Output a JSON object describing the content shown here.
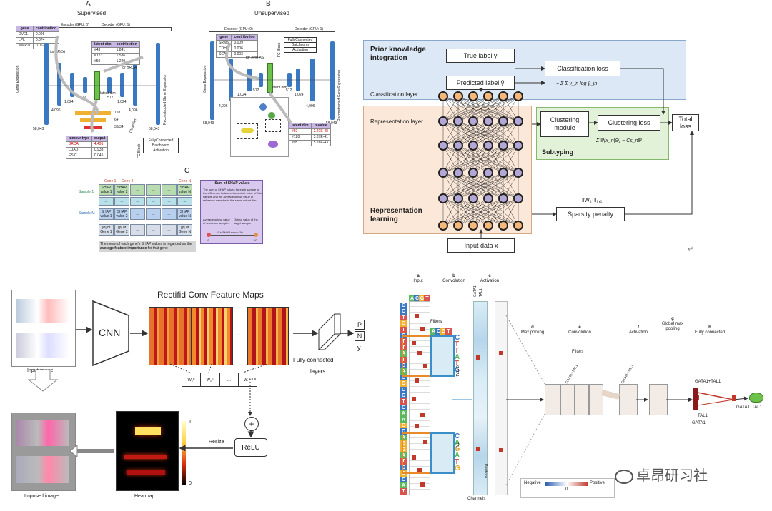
{
  "panel_a": {
    "letter": "A",
    "title": "Supervised",
    "encoder_label": "Encoder (GPU: 0)",
    "decoder_label": "Decoder (GPU: 1)",
    "gene_expression": "Gene Expression",
    "reconstructed": "Reconstructed Gene Expression",
    "dims": [
      "58,043",
      "4,096",
      "1,024",
      "512",
      "latent dim",
      "512",
      "1,024",
      "4,096",
      "58,043"
    ],
    "classifier_dims": [
      "128",
      "64",
      "33/34"
    ],
    "classifier_label": "Classifier",
    "fc_block": [
      "FullyConnected",
      "Batchnorm",
      "Activation"
    ],
    "fc_block_label": "FC Block",
    "gene_table": {
      "headers": [
        "gene",
        "contribution"
      ],
      "rows": [
        [
          "DVE1",
          "0.096"
        ],
        [
          "LPL",
          "0.074"
        ],
        [
          "MMP11",
          "0.062"
        ]
      ],
      "caption": "for BRCA"
    },
    "latent_table": {
      "headers": [
        "latent dim",
        "contribution"
      ],
      "rows": [
        [
          "#43",
          "1.841"
        ],
        [
          "#123",
          "1.586"
        ],
        [
          "#50",
          "1.220"
        ]
      ],
      "caption": "for BRCA"
    },
    "tumour_table": {
      "headers": [
        "tumour type",
        "output"
      ],
      "rows": [
        [
          "BRCA",
          "4.491"
        ],
        [
          "LUAD",
          "0.933"
        ],
        [
          "ESIC",
          "0.045"
        ]
      ]
    }
  },
  "panel_b": {
    "letter": "B",
    "title": "Unsupervised",
    "encoder_label": "Encoder (GPU: 0)",
    "decoder_label": "Decoder (GPU: 1)",
    "gene_expression": "Gene Expression",
    "reconstructed": "Reconstructed Gene Expression",
    "dims": [
      "58,043",
      "4,096",
      "1,024",
      "512",
      "latent dim",
      "512",
      "1,024",
      "4,096",
      "58,043"
    ],
    "fc_block": [
      "FullyConnected",
      "Batchnorm",
      "Activation"
    ],
    "fc_block_label": "FC Block",
    "gene_table": {
      "headers": [
        "gene",
        "contribution"
      ],
      "rows": [
        [
          "SRMS",
          "0.009"
        ],
        [
          "CDH3",
          "0.006"
        ],
        [
          "SCA",
          "0.003"
        ]
      ],
      "caption": "for ###PAS"
    },
    "latent_table": {
      "headers": [
        "latent dim",
        "p-value"
      ],
      "rows": [
        [
          "#92",
          "2.21E-48"
        ],
        [
          "#128",
          "3.87E-41"
        ],
        [
          "#95",
          "5.26E-43"
        ]
      ]
    }
  },
  "panel_c": {
    "letter": "C",
    "genes": [
      "Gene 1",
      "Gene 2",
      "Gene N"
    ],
    "samples": [
      "Sample 1",
      "Sample M"
    ],
    "cells_top": [
      "SHAP value 1",
      "SHAP value 2",
      "...",
      "...",
      "...",
      "SHAP value N"
    ],
    "ellipsis": "...",
    "cells_bottom": [
      "SHAP value 1",
      "SHAP value 2",
      "...",
      "...",
      "...",
      "SHAP value N"
    ],
    "abs_cells": [
      "|φ| of Gene 1",
      "|φ| of Gene 2",
      "...",
      "...",
      "...",
      "|φ| of Gene N"
    ],
    "mean_text": "The mean of each gene's SHAP values is regarded as the ",
    "mean_bold": "average feature importance",
    "mean_tail": " for that gene",
    "sum_title": "Sum of SHAP values",
    "sum_text": "The sum of SHAP values for each sample is the difference between the output value of this sample and the average output value of reference samples in the same output dim.",
    "avg_output": "Average output value of reference samples",
    "out_value": "Output value of the target sample",
    "eq": "-9 + SHAP sum = 10",
    "eq_left": "-9",
    "eq_right": "10"
  },
  "panel_d": {
    "prior_title": "Prior knowledge integration",
    "classification_layer": "Classification layer",
    "true_label": "True label y",
    "predicted_label": "Predicted label ȳ",
    "classification_loss": "Classification loss",
    "class_formula": "− Σ Σ y_jn log ȳ_jn",
    "representation_layer": "Representation layer",
    "representation_learning": "Representation learning",
    "clustering_module": "Clustering module",
    "clustering_loss": "Clustering loss",
    "cluster_formula": "Σ ‖f(x_n|Θ) − Cs_n‖²",
    "subtyping": "Subtyping",
    "total_loss": "Total loss",
    "sparsity_penalty": "Sparsity penalty",
    "norm_label": "‖W₁ᵀ‖₂,₁",
    "input_data": "Input data x",
    "return_glyph": "↵"
  },
  "panel_e": {
    "conv_title": "Rectifid Conv Feature Maps",
    "input_image": "Input image",
    "cnn": "CNN",
    "weights": [
      "w₁ᶜ",
      "w₂ᶜ",
      "...",
      "wₙᶜ"
    ],
    "fully_connected": "Fully-connected",
    "layers": "layers",
    "outputs": [
      "P",
      "N"
    ],
    "y": "y",
    "relu": "ReLU",
    "plus": "+",
    "resize": "Resize",
    "heatmap": "Heatmap",
    "imposed": "Imposed image",
    "scale": [
      "1",
      "0"
    ],
    "dots": "....."
  },
  "panel_f": {
    "letters": [
      "a",
      "b",
      "c",
      "d",
      "e",
      "f",
      "g",
      "h"
    ],
    "titles": [
      "Input",
      "Convolution",
      "Activation",
      "Max pooling",
      "Convolution",
      "Activation",
      "Global max pooling",
      "Fully connected"
    ],
    "filters": "Filters",
    "filters2": "Filters",
    "acgt": [
      "A",
      "C",
      "G",
      "T"
    ],
    "seq": [
      "C",
      "C",
      "T",
      "G",
      "T",
      "C",
      "T",
      "T",
      "A",
      "T",
      "C",
      "A",
      "C",
      "G",
      "C",
      "C",
      "T",
      "C",
      "A",
      "A",
      "G",
      "C",
      "A",
      "G",
      "G",
      "A",
      "T",
      "C",
      "G",
      "C",
      "A",
      "T"
    ],
    "motif1": [
      "C",
      "T",
      "T",
      "A",
      "T",
      "C"
    ],
    "motif2": [
      "C",
      "A",
      "G",
      "A",
      "T",
      "G"
    ],
    "gata1": "GATA1",
    "tal1": "TAL1",
    "gata1_tal1": "GATA1+TAL1",
    "positions": "Positions",
    "channels": "Channels",
    "legend_neg": "Negative",
    "legend_pos": "Positive",
    "legend_zero": "0"
  },
  "watermark": {
    "text": "卓昂研习社"
  },
  "colors": {
    "blue_bar": "#3a78c2",
    "green_latent": "#6cc24a",
    "purple_header": "#c8b7e6",
    "prior_bg": "#dce8f5",
    "repr_bg": "#fbe8d8",
    "subtyping_bg": "#e2f2d8",
    "heat_red": "#c0392b"
  }
}
